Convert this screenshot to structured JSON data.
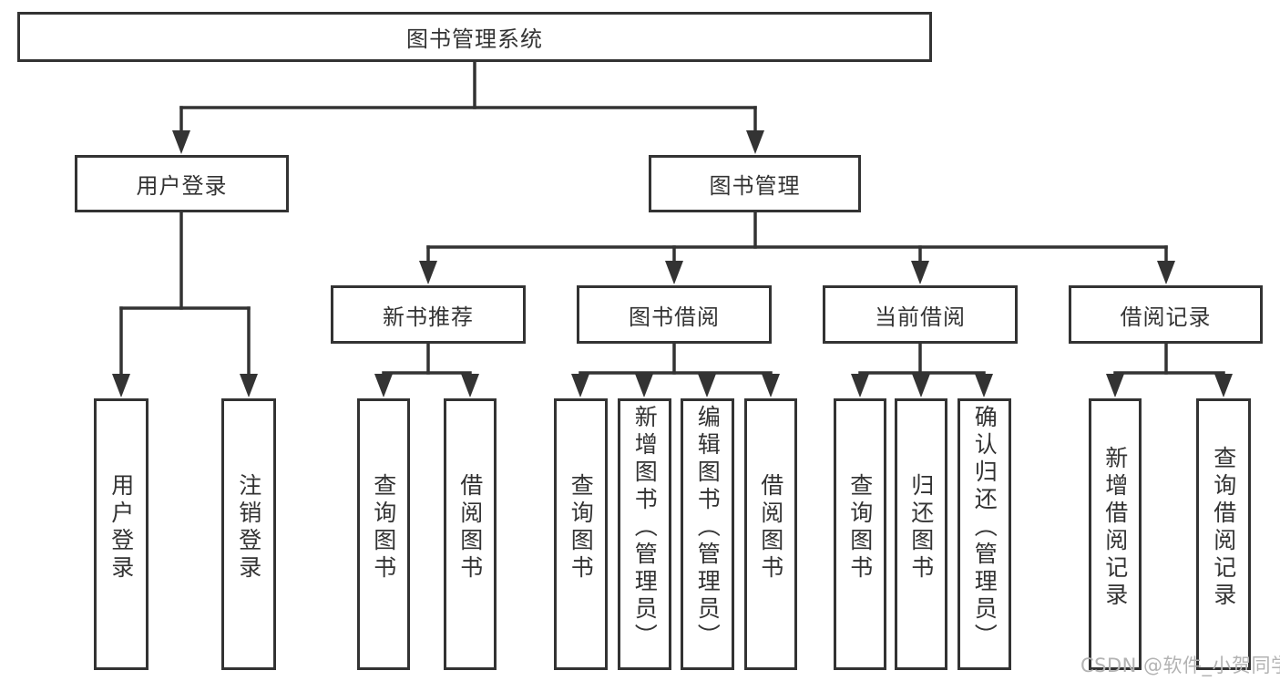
{
  "diagram": {
    "title": "图书管理系统",
    "watermark": "CSDN @软件_小贺同学",
    "colors": {
      "line": "#333333",
      "text": "#333333",
      "background": "#ffffff",
      "watermark": "#b3b3b3"
    },
    "nodes": {
      "root": "图书管理系统",
      "level2": {
        "user_login": "用户登录",
        "book_mgmt": "图书管理"
      },
      "level3": {
        "new_book": "新书推荐",
        "borrow": "图书借阅",
        "current": "当前借阅",
        "records": "借阅记录"
      },
      "leaves": {
        "user_login": [
          "用户登录",
          "注销登录"
        ],
        "new_book": [
          "查询图书",
          "借阅图书"
        ],
        "borrow": [
          "查询图书",
          "新增图书（管理员）",
          "编辑图书（管理员）",
          "借阅图书"
        ],
        "current": [
          "查询图书",
          "归还图书",
          "确认归还（管理员）"
        ],
        "records": [
          "新增借阅记录",
          "查询借阅记录"
        ]
      }
    }
  }
}
